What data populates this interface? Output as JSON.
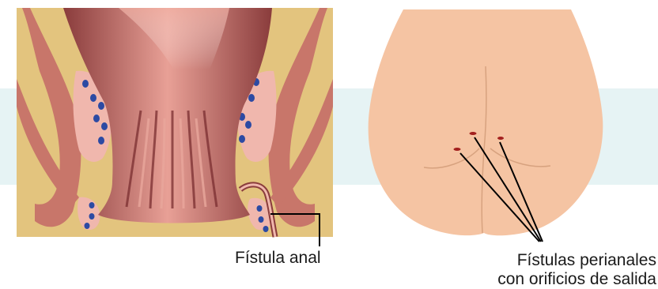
{
  "labels": {
    "anal_fistula": "Fístula anal",
    "perianal_fistulas_line1": "Fístulas perianales",
    "perianal_fistulas_line2": "con orificios de salida"
  },
  "colors": {
    "band": "#e6f3f4",
    "tan_background": "#e3c47e",
    "muscle": "#c8766a",
    "muscle_dark": "#a85a50",
    "mucosa_light": "#eaa59a",
    "mucosa_dark": "#8a3c3c",
    "fat_pink": "#f0b7ad",
    "blood_vessel": "#2c4aa3",
    "skin": "#f5c4a3",
    "skin_line": "#d7a27f",
    "opening": "#a3201e",
    "leader_line": "#000000"
  }
}
